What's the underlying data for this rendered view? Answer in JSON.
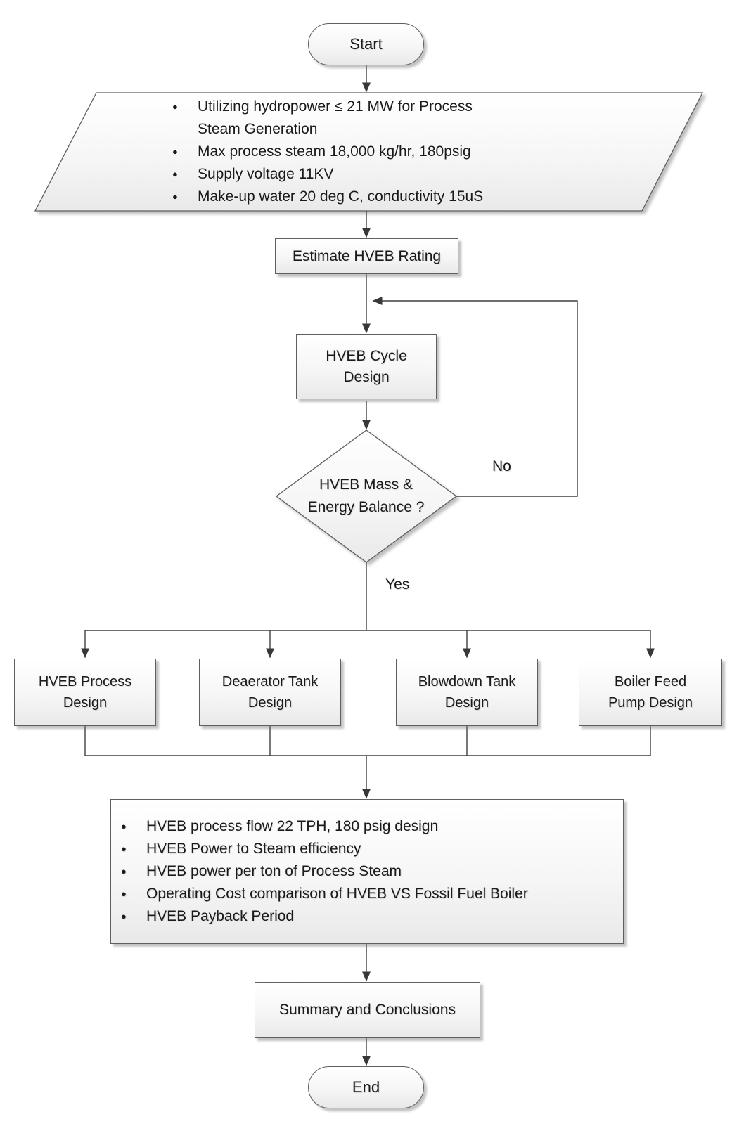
{
  "flowchart": {
    "start": {
      "label": "Start"
    },
    "inputs": {
      "bullets": [
        "Utilizing hydropower ≤ 21 MW for Process Steam Generation",
        "Max process steam 18,000 kg/hr, 180psig",
        "Supply voltage 11KV",
        "Make-up water 20 deg C, conductivity 15uS"
      ]
    },
    "estimate": {
      "label": "Estimate HVEB Rating"
    },
    "cycle": {
      "label": "HVEB Cycle Design"
    },
    "decision": {
      "label": "HVEB Mass & Energy Balance ?",
      "no_label": "No",
      "yes_label": "Yes"
    },
    "branches": [
      {
        "label": "HVEB Process Design"
      },
      {
        "label": "Deaerator Tank Design"
      },
      {
        "label": "Blowdown Tank Design"
      },
      {
        "label": "Boiler Feed Pump Design"
      }
    ],
    "results": {
      "bullets": [
        "HVEB process flow 22 TPH, 180 psig design",
        "HVEB Power to Steam efficiency",
        "HVEB power per ton of Process Steam",
        "Operating Cost comparison of HVEB VS Fossil Fuel Boiler",
        "HVEB Payback Period"
      ]
    },
    "summary": {
      "label": "Summary and Conclusions"
    },
    "end": {
      "label": "End"
    }
  },
  "colors": {
    "line": "#3f3f3f",
    "border": "#5f5f5f",
    "fill_top": "#ffffff",
    "fill_bottom": "#e9e9e9",
    "text": "#1a1a1a"
  }
}
